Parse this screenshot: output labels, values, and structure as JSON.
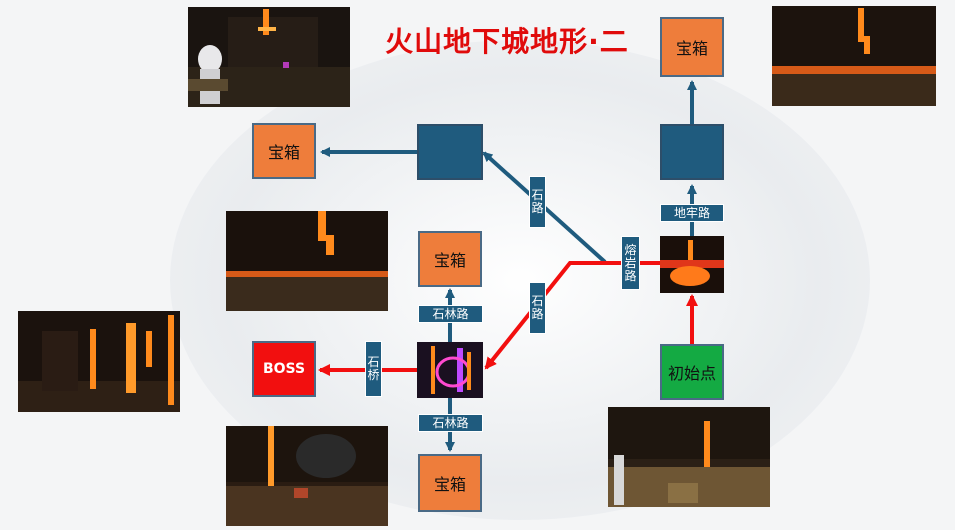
{
  "title": "火山地下城地形·二",
  "nodes": {
    "treasure_top": "宝箱",
    "treasure_left": "宝箱",
    "treasure_mid": "宝箱",
    "treasure_bottom": "宝箱",
    "boss": "BOSS",
    "start": "初始点"
  },
  "paths": {
    "dungeon_road": "地牢路",
    "lava_road": "熔岩路",
    "stone_road_upper": "石路",
    "stone_road_lower": "石路",
    "stone_bridge": "石桥",
    "stone_forest_up": "石林路",
    "stone_forest_down": "石林路"
  },
  "colors": {
    "treasure": "#ee7d3b",
    "room": "#1f5b7e",
    "boss": "#f20f0f",
    "start": "#14aa43",
    "arrow_blue": "#1f5b7e",
    "arrow_red": "#f20f0f",
    "title": "#e00b0b"
  }
}
